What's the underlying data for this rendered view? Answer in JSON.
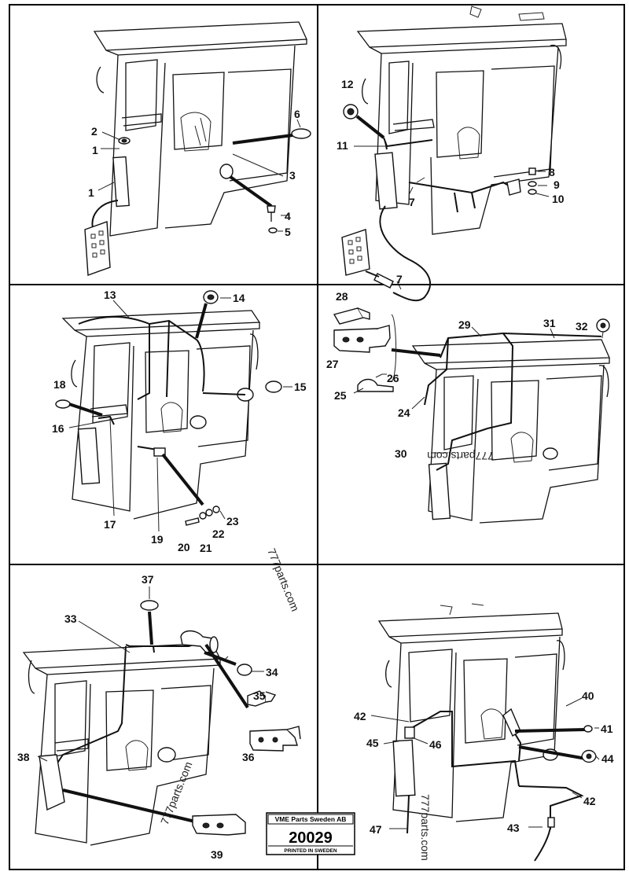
{
  "labels": {
    "p1": [
      "1",
      "1",
      "2",
      "3",
      "4",
      "5",
      "6"
    ],
    "p2": [
      "7",
      "7",
      "8",
      "9",
      "10",
      "11",
      "12"
    ],
    "p3": [
      "13",
      "14",
      "15",
      "16",
      "17",
      "18",
      "19",
      "20",
      "21",
      "22",
      "23"
    ],
    "p4": [
      "24",
      "25",
      "26",
      "27",
      "28",
      "29",
      "30",
      "31",
      "32"
    ],
    "p5": [
      "33",
      "34",
      "35",
      "36",
      "37",
      "38",
      "39"
    ],
    "p6": [
      "40",
      "41",
      "42",
      "42",
      "43",
      "44",
      "45",
      "46",
      "47"
    ]
  },
  "watermarks": [
    "777parts.com",
    "777parts.com",
    "777parts.com",
    "777parts.com"
  ],
  "stamp": {
    "company": "VME Parts Sweden AB",
    "number": "20029",
    "printed": "PRINTED IN SWEDEN"
  }
}
